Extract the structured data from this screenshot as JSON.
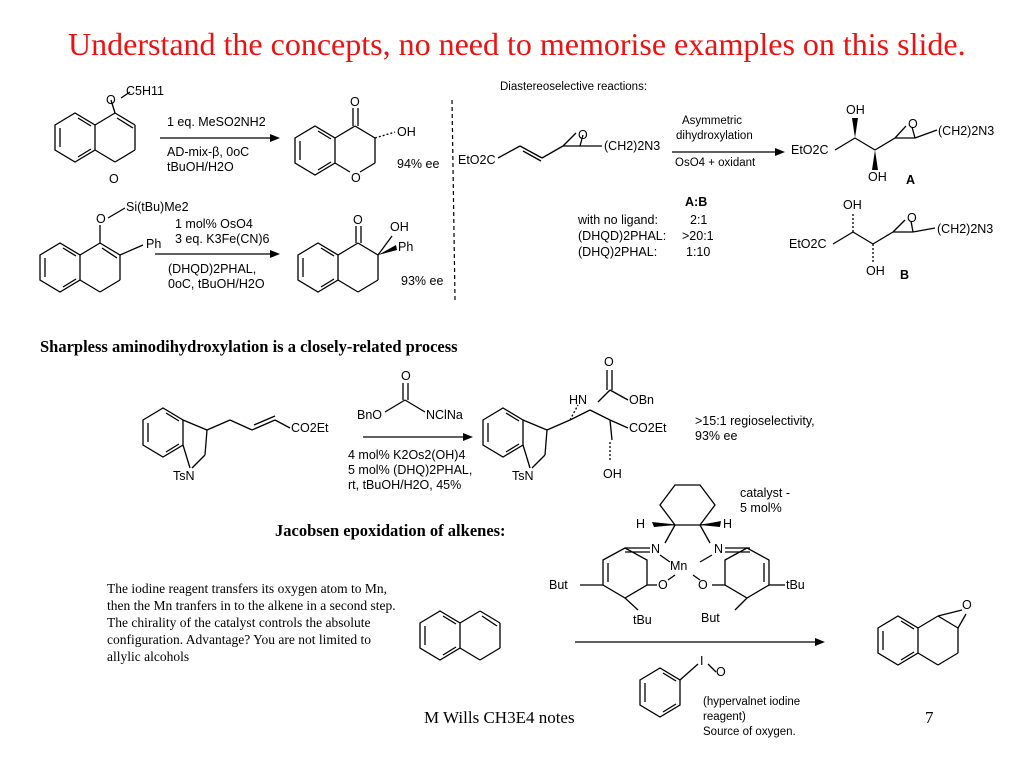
{
  "slide": {
    "title": "Understand the concepts, no need to memorise examples on this slide.",
    "footer_left": "M Wills CH3E4 notes",
    "page_number": "7"
  },
  "sharpless_ad": {
    "rxn1": {
      "line1": "1 eq. MeSO2NH2",
      "line2": "AD-mix-β, 0oC",
      "line3": "tBuOH/H2O",
      "ee": "94% ee",
      "substituent": "C5H11",
      "oh_label": "OH"
    },
    "rxn2": {
      "substituent": "Si(tBu)Me2",
      "ph": "Ph",
      "line1": "1 mol% OsO4",
      "line2": "3 eq. K3Fe(CN)6",
      "line3": "(DHQD)2PHAL,",
      "line4": "0oC, tBuOH/H2O",
      "ee": "93% ee"
    }
  },
  "diastereo": {
    "heading": "Diastereoselective reactions:",
    "arrow_top1": "Asymmetric",
    "arrow_top2": "dihydroxylation",
    "arrow_bottom": "OsO4 + oxidant",
    "sm_left": "EtO2C",
    "sm_right": "(CH2)2N3",
    "ratio_header": "A:B",
    "ratios": [
      {
        "label": "with no ligand:",
        "value": "2:1"
      },
      {
        "label": "(DHQD)2PHAL:",
        "value": ">20:1"
      },
      {
        "label": "(DHQ)2PHAL:",
        "value": "1:10"
      }
    ],
    "product_a": "A",
    "product_b": "B"
  },
  "aminohydroxylation": {
    "heading": "Sharpless aminodihydroxylation is a closely-related process",
    "reagent_left": "BnO",
    "reagent_right": "NClNa",
    "cond1": "4 mol% K2Os2(OH)4",
    "cond2": "5 mol% (DHQ)2PHAL,",
    "cond3": "rt, tBuOH/H2O, 45%",
    "sm_ester": "CO2Et",
    "tsn": "TsN",
    "prod_hn": "HN",
    "prod_obn": "OBn",
    "prod_ester": "CO2Et",
    "prod_oh": "OH",
    "selectivity1": ">15:1 regioselectivity,",
    "selectivity2": "93% ee"
  },
  "jacobsen": {
    "heading": "Jacobsen epoxidation of alkenes:",
    "catalyst_note1": "catalyst -",
    "catalyst_note2": "5 mol%",
    "description": "The iodine reagent transfers its oxygen atom to Mn, then the Mn tranfers in to the alkene in a  second step. The chirality of the catalyst controls the absolute configuration. Advantage? You are not limited to allylic alcohols",
    "metal": "Mn",
    "but_left": "But",
    "tbu_right": "tBu",
    "tbu_bottom": "tBu",
    "but_bottom": "But",
    "reagent_note1": "(hypervalnet iodine",
    "reagent_note2": "reagent)",
    "reagent_note3": "Source of oxygen."
  }
}
